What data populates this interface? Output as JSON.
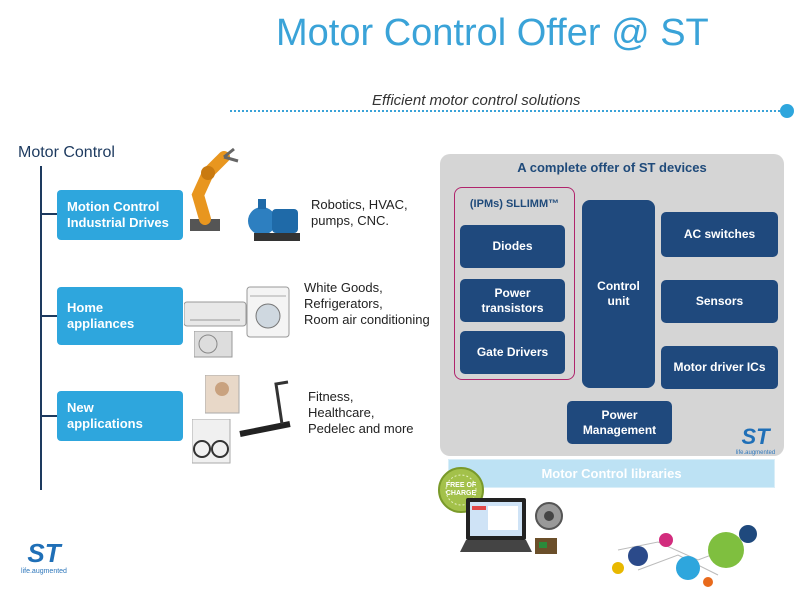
{
  "header": {
    "title": "Motor Control Offer @ ST",
    "subtitle": "Efficient motor control solutions"
  },
  "tree": {
    "root_label": "Motor Control",
    "segments": [
      {
        "label": "Motion Control Industrial Drives",
        "applications": "Robotics, HVAC,\npumps, CNC."
      },
      {
        "label": "Home appliances",
        "applications": "White Goods,\nRefrigerators,\nRoom air conditioning"
      },
      {
        "label": "New applications",
        "applications": "Fitness,\nHealthcare,\nPedelec and more"
      }
    ]
  },
  "offer": {
    "title": "A complete offer of ST devices",
    "ipm_group": {
      "label": "(IPMs) SLLIMM™",
      "items": [
        "Diodes",
        "Power transistors",
        "Gate Drivers"
      ]
    },
    "control_unit": "Control unit",
    "right_items": [
      "AC switches",
      "Sensors",
      "Motor driver ICs"
    ],
    "power_management": "Power Management",
    "libraries": "Motor Control libraries",
    "badge_text": "FREE OF CHARGE"
  },
  "branding": {
    "logo_text": "ST",
    "tagline": "life.augmented"
  },
  "colors": {
    "accent": "#2ea6dd",
    "dark_blue": "#1f497d",
    "ipm_border": "#b0246c",
    "panel_bg": "#d5d5d5"
  },
  "icons": [
    "robot-arm-icon",
    "water-pump-icon",
    "air-conditioner-icon",
    "washing-machine-icon",
    "treadmill-icon",
    "bicycle-icon",
    "laptop-icon",
    "motor-icon",
    "network-globe-icon"
  ]
}
